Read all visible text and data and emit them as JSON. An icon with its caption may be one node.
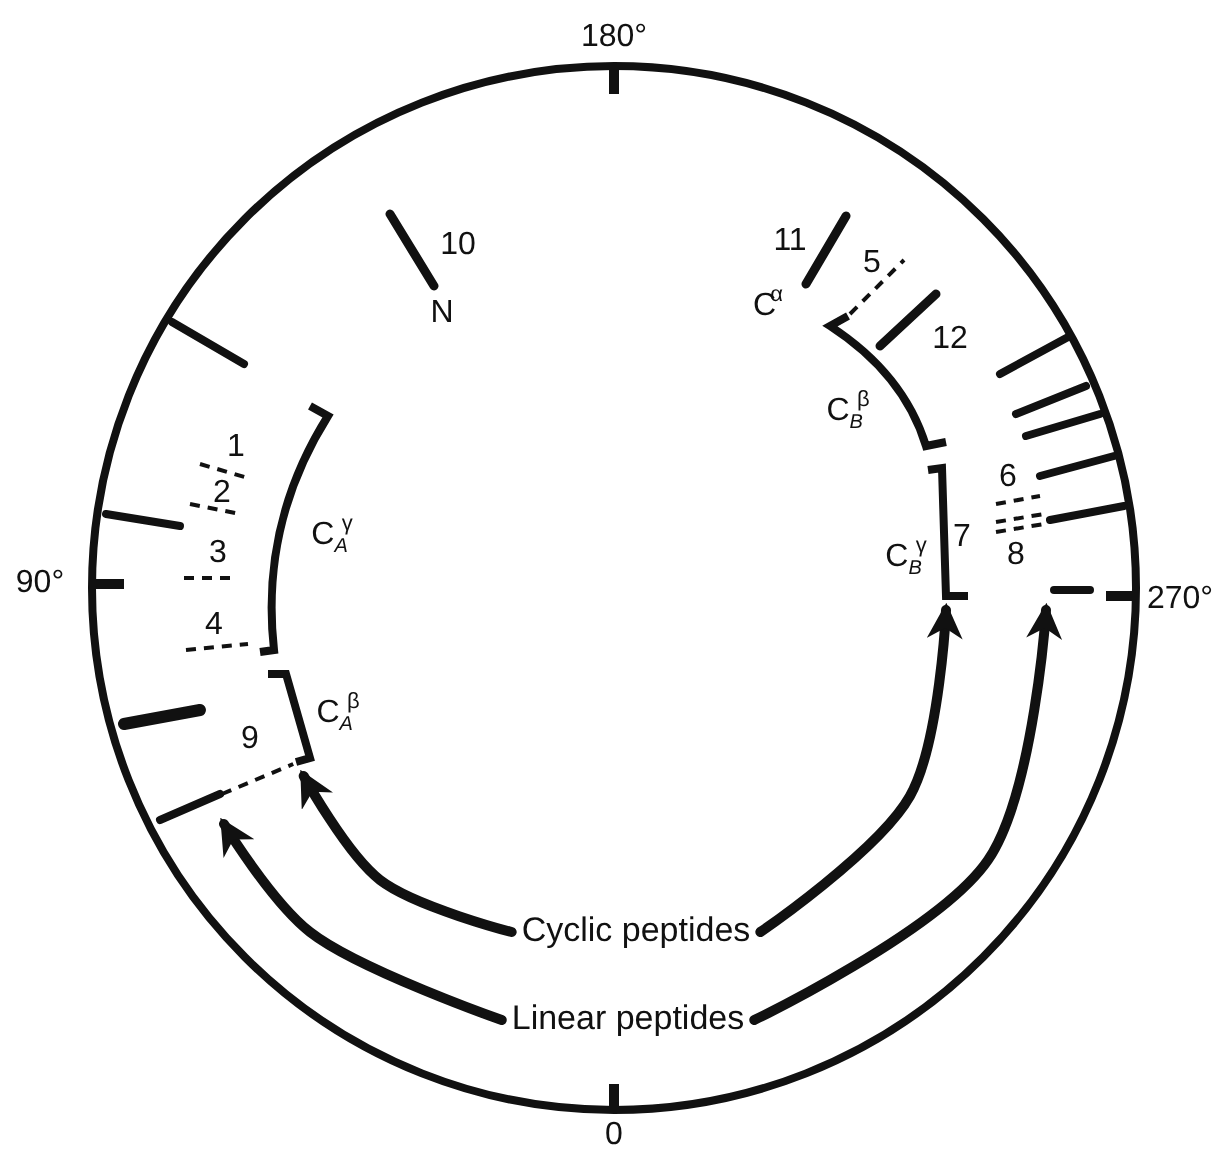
{
  "diagram": {
    "nodes": [
      {
        "text": [
          "Cyclic peptides"
        ]
      },
      {
        "text": [
          "Linear peptides"
        ]
      },
      {
        "text": [],
        "shape": "bar",
        "beside": [
          "C$_{B}$$^{γ}$"
        ]
      },
      {
        "text": [],
        "shape": "bar",
        "beside": [
          "C$_{A}$$^{β}$"
        ]
      },
      {
        "text": [],
        "shape": "bar"
      },
      {
        "text": [],
        "shape": "bar"
      }
    ],
    "edges": [
      {
        "from": 0,
        "to": 3,
        "arrow": "to"
      },
      {
        "from": 0,
        "to": 2,
        "arrow": "to"
      },
      {
        "from": 1,
        "to": 5,
        "arrow": "to"
      },
      {
        "from": 1,
        "to": 4,
        "arrow": "to"
      },
      {
        "from": 5,
        "to": 3,
        "arrow": "none",
        "style": "dashed",
        "label": "9"
      }
    ],
    "labels": [
      "180°",
      "10",
      "11",
      "5",
      "N",
      "C$^{α}$",
      "12",
      "C$_{B}$$^{β}$",
      "1",
      "2",
      "C$_{A}$$^{γ}$",
      "6",
      "3",
      "90°",
      "7",
      "8",
      "270°",
      "4",
      "0"
    ]
  }
}
